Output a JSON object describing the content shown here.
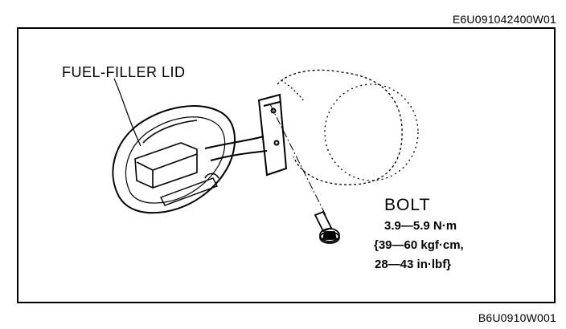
{
  "codes": {
    "top": "E6U091042400W01",
    "bottom": "B6U0910W001"
  },
  "labels": {
    "lid": "FUEL-FILLER LID",
    "bolt": "BOLT"
  },
  "torque_spec": {
    "line1": "3.9—5.9 N·m",
    "line2": "{39—60 kgf·cm,",
    "line3": "28—43 in·lbf}"
  }
}
